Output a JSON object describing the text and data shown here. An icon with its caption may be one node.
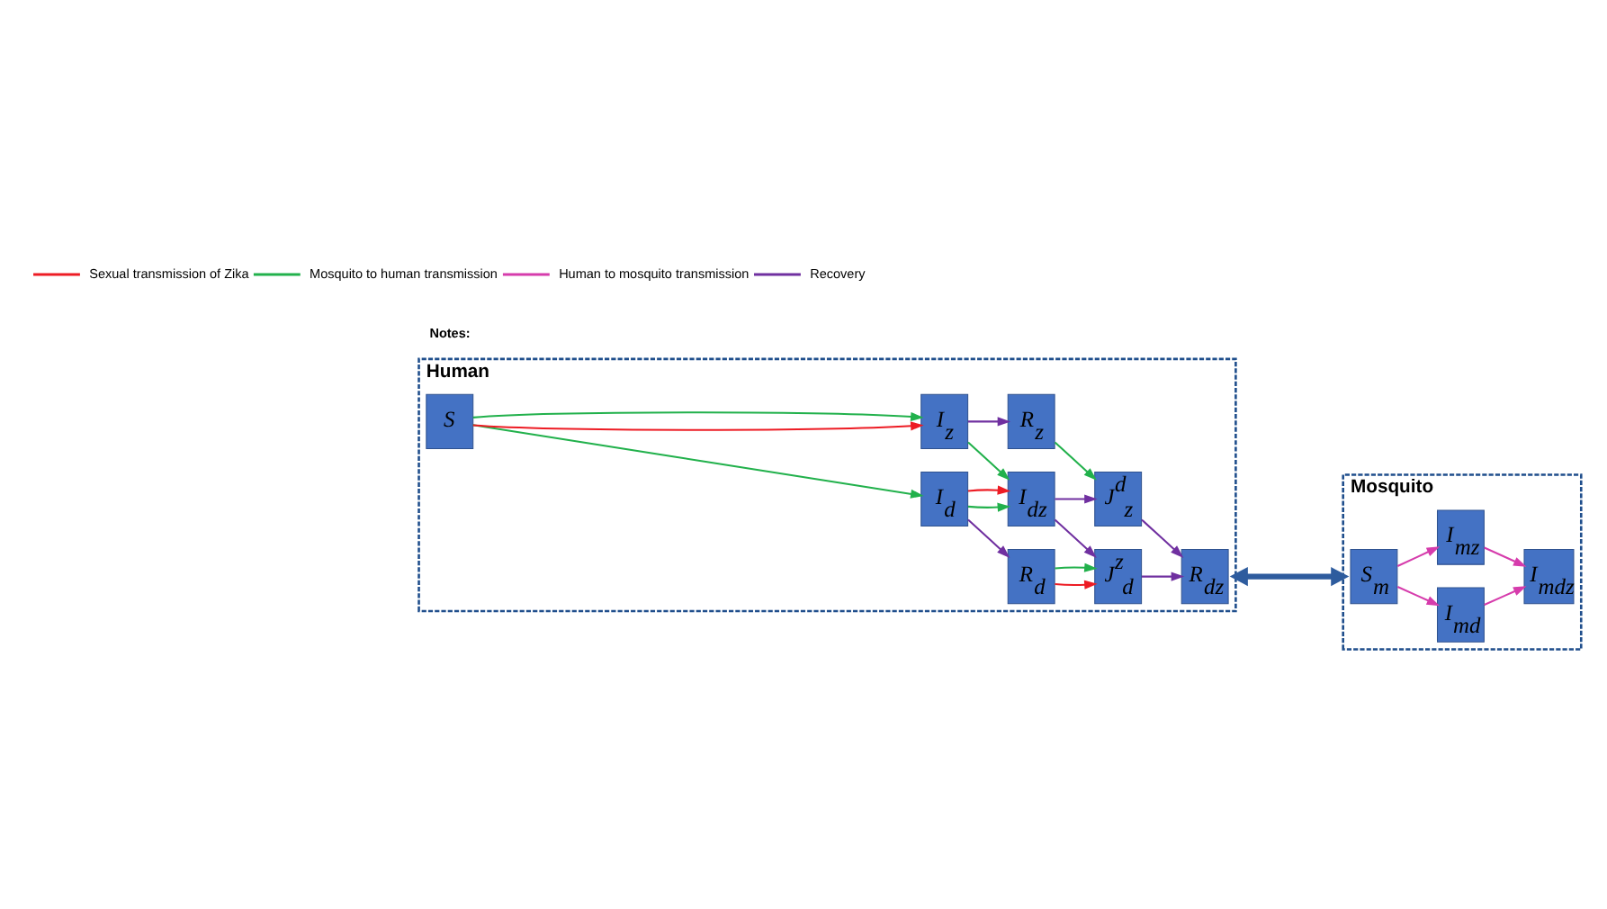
{
  "diagram": {
    "nodes": [
      {
        "text": [
          "Human"
        ]
      },
      {
        "text": [
          "S"
        ],
        "in": 0
      },
      {
        "text": [
          "I$_{d}$"
        ],
        "in": 0
      },
      {
        "text": [
          "I$_{dz}$"
        ],
        "in": 0
      },
      {
        "text": [
          "I$_{z}$"
        ],
        "in": 0
      },
      {
        "text": [
          "R$_{d}$"
        ],
        "in": 0
      },
      {
        "text": [
          "R$_{z}$"
        ],
        "in": 0
      },
      {
        "text": [
          "J$^{z}$$_{d}$"
        ],
        "in": 0
      },
      {
        "text": [
          "R$_{dz}$"
        ],
        "in": 0
      },
      {
        "text": [
          "J$^{d}$$_{z}$"
        ],
        "in": 0
      },
      {
        "text": [
          "Mosquito"
        ]
      },
      {
        "text": [
          "I$_{md}$"
        ],
        "in": 10
      },
      {
        "text": [
          "I$_{mdz}$"
        ],
        "in": 10
      },
      {
        "text": [
          "I$_{mz}$"
        ],
        "in": 10
      },
      {
        "text": [
          "S$_{m}$"
        ],
        "in": 10
      }
    ],
    "edges": [
      {
        "from": 1,
        "to": 2,
        "arrow": "to",
        "color": "#22b14c"
      },
      {
        "from": 1,
        "to": 4,
        "arrow": "to",
        "color": "#ed1c24"
      },
      {
        "from": 1,
        "to": 4,
        "arrow": "to",
        "color": "#22b14c"
      },
      {
        "from": 2,
        "to": 3,
        "arrow": "to",
        "color": "#22b14c"
      },
      {
        "from": 2,
        "to": 3,
        "arrow": "to",
        "color": "#ed1c24"
      },
      {
        "from": 4,
        "to": 3,
        "arrow": "to",
        "color": "#22b14c"
      },
      {
        "from": 2,
        "to": 5,
        "arrow": "to",
        "color": "#7030a0"
      },
      {
        "from": 5,
        "to": 7,
        "arrow": "to",
        "color": "#ed1c24"
      },
      {
        "from": 5,
        "to": 7,
        "arrow": "to",
        "color": "#22b14c"
      },
      {
        "from": 3,
        "to": 7,
        "arrow": "to",
        "color": "#7030a0"
      },
      {
        "from": 3,
        "to": 9,
        "arrow": "to",
        "color": "#7030a0"
      },
      {
        "from": 4,
        "to": 6,
        "arrow": "to",
        "color": "#7030a0"
      },
      {
        "from": 6,
        "to": 9,
        "arrow": "to",
        "color": "#22b14c"
      },
      {
        "from": 7,
        "to": 8,
        "arrow": "to",
        "color": "#7030a0"
      },
      {
        "from": 9,
        "to": 8,
        "arrow": "to",
        "color": "#7030a0"
      },
      {
        "from": 0,
        "to": 10,
        "arrow": "both",
        "style": "thick",
        "color": "#2e5c9e"
      },
      {
        "from": 11,
        "to": 12,
        "arrow": "to",
        "color": "#d63cac"
      },
      {
        "from": 13,
        "to": 12,
        "arrow": "to",
        "color": "#d63cac"
      },
      {
        "from": 14,
        "to": 11,
        "arrow": "to",
        "color": "#d63cac"
      },
      {
        "from": 14,
        "to": 13,
        "arrow": "to",
        "color": "#d63cac"
      }
    ],
    "labels": [
      "Notes:"
    ],
    "legend": [
      {
        "text": "Sexual transmission of Zika",
        "color": "#ed1c24"
      },
      {
        "text": "Mosquito to human transmission",
        "color": "#22b14c"
      },
      {
        "text": "Human to mosquito transmission",
        "color": "#d63cac"
      },
      {
        "text": "Recovery",
        "color": "#7030a0"
      }
    ]
  }
}
